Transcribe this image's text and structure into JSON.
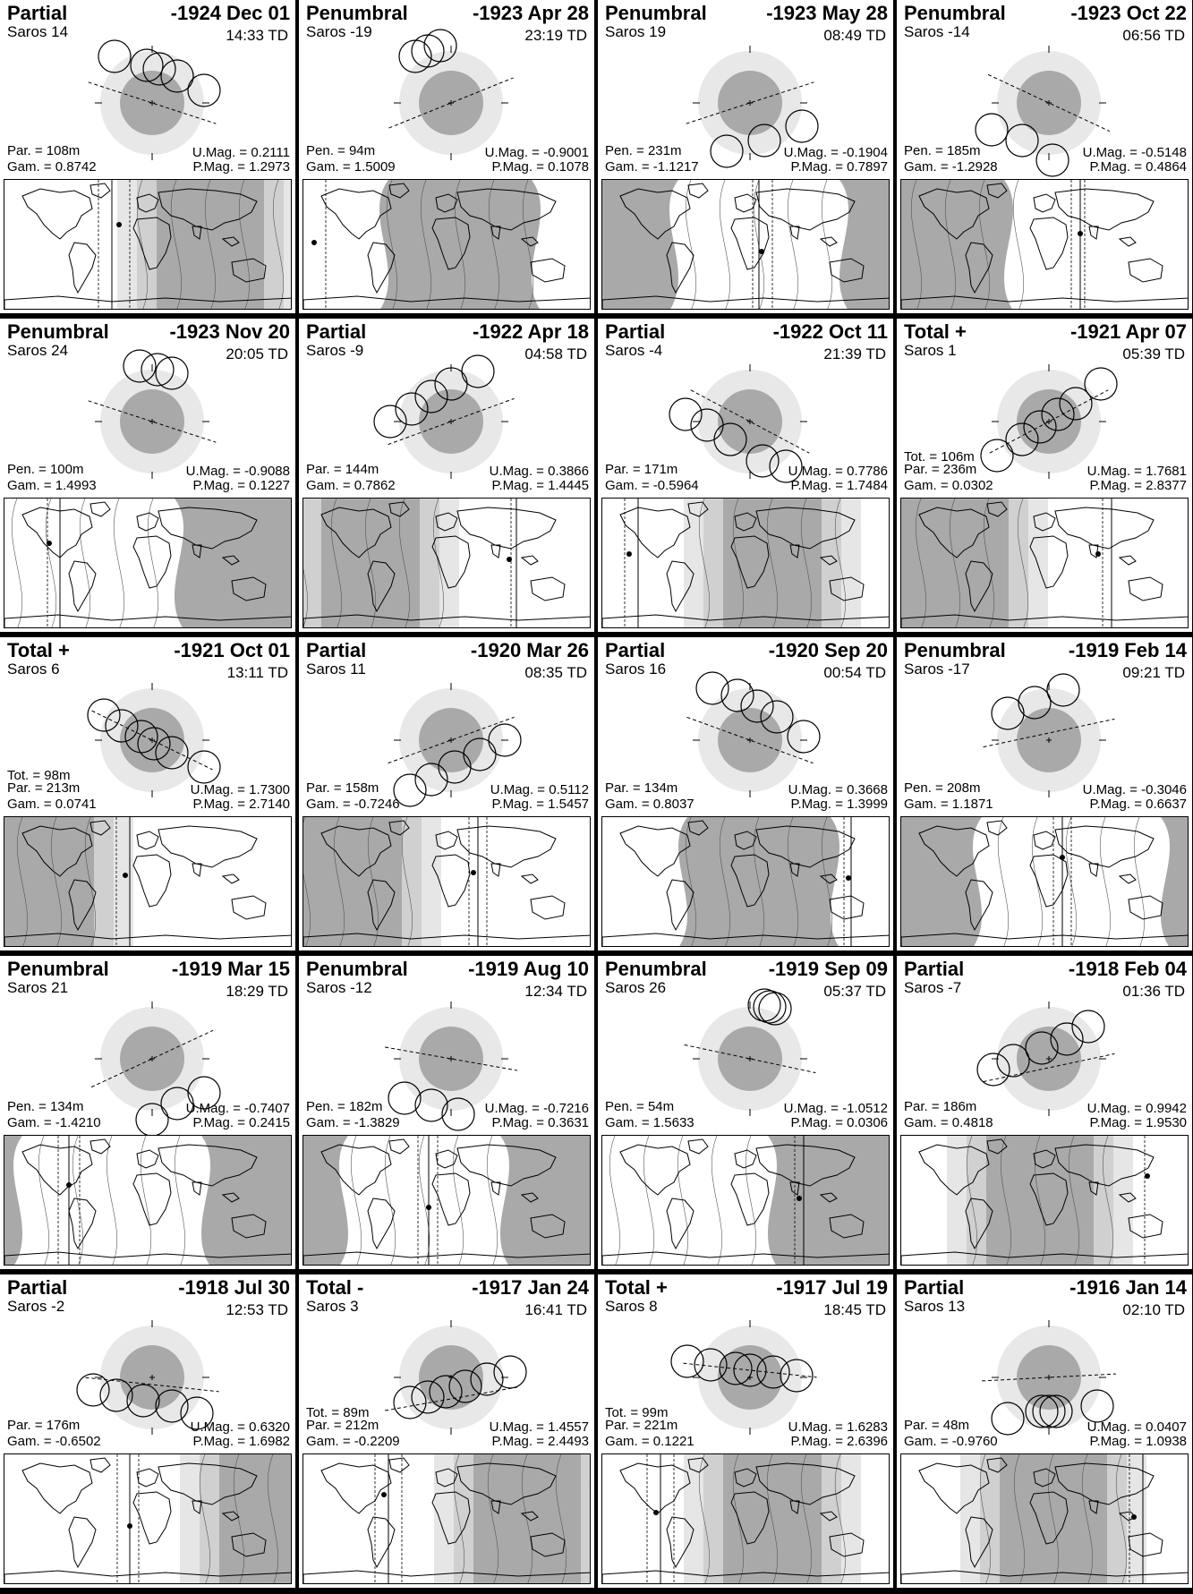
{
  "colors": {
    "umbra": "#a9a9a9",
    "penumbra": "#e8e8e8",
    "night": "#a9a9a9",
    "zone1": "#d0d0d0",
    "zone2": "#e6e6e6"
  },
  "panels": [
    {
      "type": "Partial",
      "date": "-1924 Dec 01",
      "saros": "Saros  14",
      "time": "14:33 TD",
      "tot": "",
      "dur": "Par. = 108m",
      "umag": "U.Mag. = 0.2111",
      "gam": "Gam. = 0.8742",
      "pmag": "P.Mag. = 1.2973"
    },
    {
      "type": "Penumbral",
      "date": "-1923 Apr 28",
      "saros": "Saros -19",
      "time": "23:19 TD",
      "tot": "",
      "dur": "Pen. =  94m",
      "umag": "U.Mag. = -0.9001",
      "gam": "Gam. = 1.5009",
      "pmag": "P.Mag. = 0.1078"
    },
    {
      "type": "Penumbral",
      "date": "-1923 May 28",
      "saros": "Saros  19",
      "time": "08:49 TD",
      "tot": "",
      "dur": "Pen. = 231m",
      "umag": "U.Mag. = -0.1904",
      "gam": "Gam. = -1.1217",
      "pmag": "P.Mag. = 0.7897"
    },
    {
      "type": "Penumbral",
      "date": "-1923 Oct 22",
      "saros": "Saros -14",
      "time": "06:56 TD",
      "tot": "",
      "dur": "Pen. = 185m",
      "umag": "U.Mag. = -0.5148",
      "gam": "Gam. = -1.2928",
      "pmag": "P.Mag. = 0.4864"
    },
    {
      "type": "Penumbral",
      "date": "-1923 Nov 20",
      "saros": "Saros  24",
      "time": "20:05 TD",
      "tot": "",
      "dur": "Pen. = 100m",
      "umag": "U.Mag. = -0.9088",
      "gam": "Gam. = 1.4993",
      "pmag": "P.Mag. = 0.1227"
    },
    {
      "type": "Partial",
      "date": "-1922 Apr 18",
      "saros": "Saros  -9",
      "time": "04:58 TD",
      "tot": "",
      "dur": "Par. = 144m",
      "umag": "U.Mag. = 0.3866",
      "gam": "Gam. = 0.7862",
      "pmag": "P.Mag. = 1.4445"
    },
    {
      "type": "Partial",
      "date": "-1922 Oct 11",
      "saros": "Saros  -4",
      "time": "21:39 TD",
      "tot": "",
      "dur": "Par. = 171m",
      "umag": "U.Mag. = 0.7786",
      "gam": "Gam. = -0.5964",
      "pmag": "P.Mag. = 1.7484"
    },
    {
      "type": "Total  +",
      "date": "-1921 Apr 07",
      "saros": "Saros   1",
      "time": "05:39 TD",
      "tot": "Tot. = 106m",
      "dur": "Par. = 236m",
      "umag": "U.Mag. = 1.7681",
      "gam": "Gam. = 0.0302",
      "pmag": "P.Mag. = 2.8377"
    },
    {
      "type": "Total  +",
      "date": "-1921 Oct 01",
      "saros": "Saros   6",
      "time": "13:11 TD",
      "tot": "Tot. =  98m",
      "dur": "Par. = 213m",
      "umag": "U.Mag. = 1.7300",
      "gam": "Gam. = 0.0741",
      "pmag": "P.Mag. = 2.7140"
    },
    {
      "type": "Partial",
      "date": "-1920 Mar 26",
      "saros": "Saros  11",
      "time": "08:35 TD",
      "tot": "",
      "dur": "Par. = 158m",
      "umag": "U.Mag. = 0.5112",
      "gam": "Gam. = -0.7246",
      "pmag": "P.Mag. = 1.5457"
    },
    {
      "type": "Partial",
      "date": "-1920 Sep 20",
      "saros": "Saros  16",
      "time": "00:54 TD",
      "tot": "",
      "dur": "Par. = 134m",
      "umag": "U.Mag. = 0.3668",
      "gam": "Gam. = 0.8037",
      "pmag": "P.Mag. = 1.3999"
    },
    {
      "type": "Penumbral",
      "date": "-1919 Feb 14",
      "saros": "Saros -17",
      "time": "09:21 TD",
      "tot": "",
      "dur": "Pen. = 208m",
      "umag": "U.Mag. = -0.3046",
      "gam": "Gam. = 1.1871",
      "pmag": "P.Mag. = 0.6637"
    },
    {
      "type": "Penumbral",
      "date": "-1919 Mar 15",
      "saros": "Saros  21",
      "time": "18:29 TD",
      "tot": "",
      "dur": "Pen. = 134m",
      "umag": "U.Mag. = -0.7407",
      "gam": "Gam. = -1.4210",
      "pmag": "P.Mag. = 0.2415"
    },
    {
      "type": "Penumbral",
      "date": "-1919 Aug 10",
      "saros": "Saros -12",
      "time": "12:34 TD",
      "tot": "",
      "dur": "Pen. = 182m",
      "umag": "U.Mag. = -0.7216",
      "gam": "Gam. = -1.3829",
      "pmag": "P.Mag. = 0.3631"
    },
    {
      "type": "Penumbral",
      "date": "-1919 Sep 09",
      "saros": "Saros  26",
      "time": "05:37 TD",
      "tot": "",
      "dur": "Pen. =  54m",
      "umag": "U.Mag. = -1.0512",
      "gam": "Gam. = 1.5633",
      "pmag": "P.Mag. = 0.0306"
    },
    {
      "type": "Partial",
      "date": "-1918 Feb 04",
      "saros": "Saros  -7",
      "time": "01:36 TD",
      "tot": "",
      "dur": "Par. = 186m",
      "umag": "U.Mag. = 0.9942",
      "gam": "Gam. = 0.4818",
      "pmag": "P.Mag. = 1.9530"
    },
    {
      "type": "Partial",
      "date": "-1918 Jul 30",
      "saros": "Saros  -2",
      "time": "12:53 TD",
      "tot": "",
      "dur": "Par. = 176m",
      "umag": "U.Mag. = 0.6320",
      "gam": "Gam. = -0.6502",
      "pmag": "P.Mag. = 1.6982"
    },
    {
      "type": "Total  -",
      "date": "-1917 Jan 24",
      "saros": "Saros   3",
      "time": "16:41 TD",
      "tot": "Tot. =  89m",
      "dur": "Par. = 212m",
      "umag": "U.Mag. = 1.4557",
      "gam": "Gam. = -0.2209",
      "pmag": "P.Mag. = 2.4493"
    },
    {
      "type": "Total  +",
      "date": "-1917 Jul 19",
      "saros": "Saros   8",
      "time": "18:45 TD",
      "tot": "Tot. =  99m",
      "dur": "Par. = 221m",
      "umag": "U.Mag. = 1.6283",
      "gam": "Gam. = 0.1221",
      "pmag": "P.Mag. = 2.6396"
    },
    {
      "type": "Partial",
      "date": "-1916 Jan 14",
      "saros": "Saros  13",
      "time": "02:10 TD",
      "tot": "",
      "dur": "Par. =  48m",
      "umag": "U.Mag. = 0.0407",
      "gam": "Gam. = -0.9760",
      "pmag": "P.Mag. = 1.0938"
    }
  ]
}
